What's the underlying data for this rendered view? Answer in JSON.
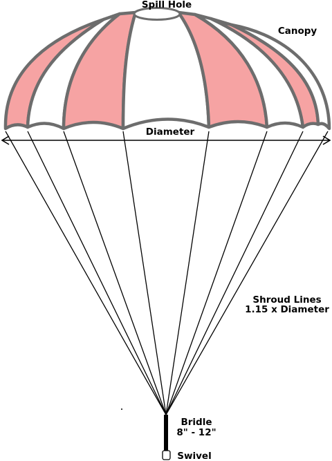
{
  "diagram": {
    "labels": {
      "spill_hole": "Spill Hole",
      "canopy": "Canopy",
      "diameter": "Diameter",
      "shroud_lines_1": "Shroud Lines",
      "shroud_lines_2": "1.15 x Diameter",
      "bridle_1": "Bridle",
      "bridle_2": "8\" - 12\"",
      "swivel": "Swivel"
    },
    "colors": {
      "canopy_pink": "#f6a3a3",
      "canopy_white": "#ffffff",
      "canopy_outline": "#6d6d6d",
      "line_color": "#000000",
      "bridle": "#000000"
    },
    "panel_pattern": [
      "pink",
      "white",
      "pink",
      "white",
      "pink",
      "white",
      "pink",
      "white"
    ]
  }
}
